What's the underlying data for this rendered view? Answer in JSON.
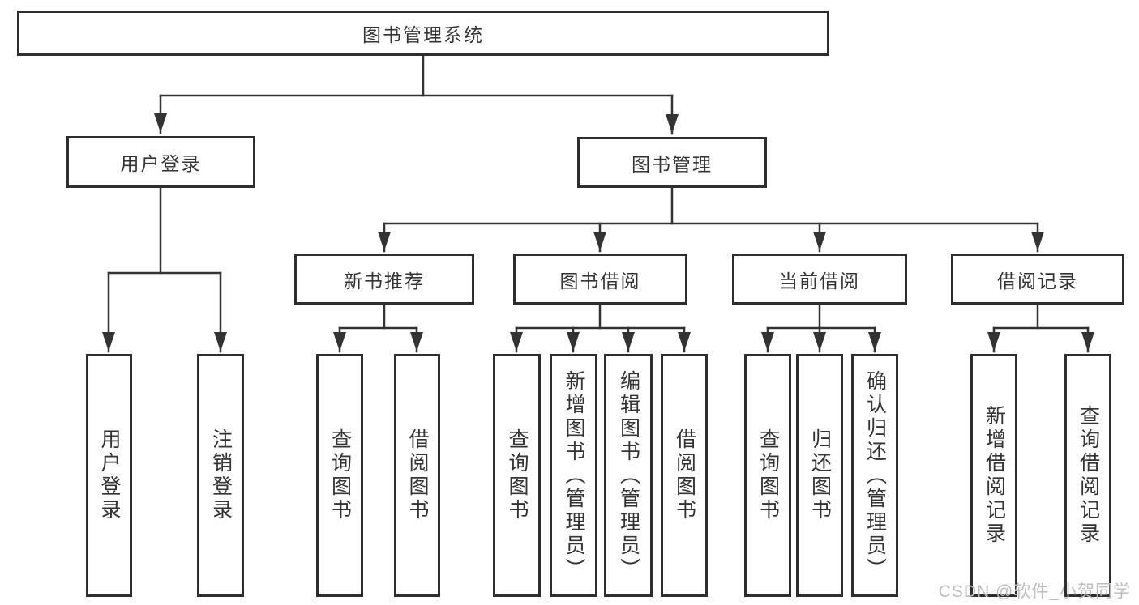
{
  "colors": {
    "background": "#ffffff",
    "line": "#333333",
    "box_border": "#2e2e2e",
    "box_fill": "#ffffff",
    "text": "#333333",
    "watermark": "#bdbdbd"
  },
  "watermark": {
    "text": "CSDN @软件_小贺同学"
  },
  "tree": {
    "root": {
      "label": "图书管理系统"
    },
    "branches": [
      {
        "label": "用户登录",
        "children": [
          {
            "label": "用户登录"
          },
          {
            "label": "注销登录"
          }
        ]
      },
      {
        "label": "图书管理",
        "children": [
          {
            "label": "新书推荐",
            "children": [
              {
                "label": "查询图书"
              },
              {
                "label": "借阅图书"
              }
            ]
          },
          {
            "label": "图书借阅",
            "children": [
              {
                "label": "查询图书"
              },
              {
                "label": "新增图书（管理员）"
              },
              {
                "label": "编辑图书（管理员）"
              },
              {
                "label": "借阅图书"
              }
            ]
          },
          {
            "label": "当前借阅",
            "children": [
              {
                "label": "查询图书"
              },
              {
                "label": "归还图书"
              },
              {
                "label": "确认归还（管理员）"
              }
            ]
          },
          {
            "label": "借阅记录",
            "children": [
              {
                "label": "新增借阅记录"
              },
              {
                "label": "查询借阅记录"
              }
            ]
          }
        ]
      }
    ]
  }
}
